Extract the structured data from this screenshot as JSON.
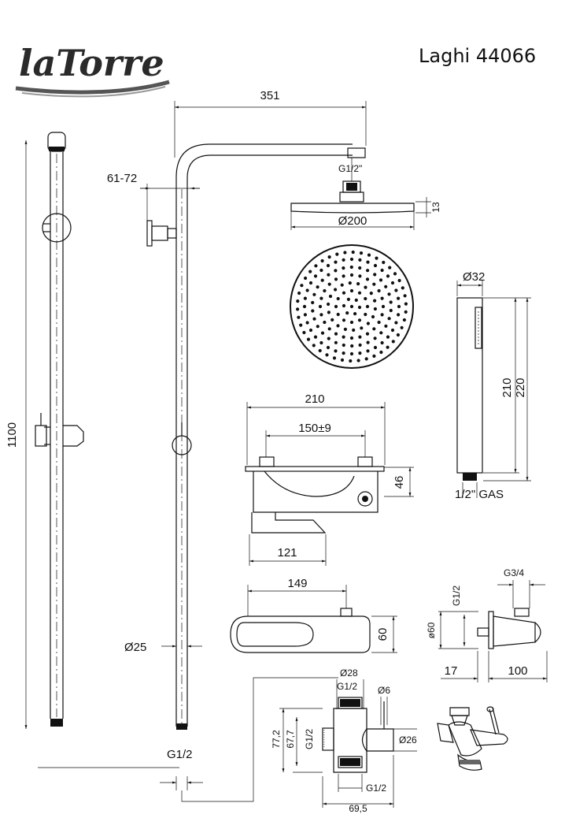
{
  "brand": {
    "logo_text": "laTorre"
  },
  "header": {
    "model": "Laghi 44066"
  },
  "dims": {
    "arm_length": "351",
    "arm_offset": "61-72",
    "head_thread": "G1/2\"",
    "head_thickness": "13",
    "head_diameter": "Ø200",
    "total_height": "1100",
    "pipe_diameter": "Ø25",
    "inlet_thread": "G1/2",
    "hand_diameter": "Ø32",
    "hand_len_a": "210",
    "hand_len_b": "220",
    "hand_thread": "1/2\" GAS",
    "mixer_width": "210",
    "mixer_centers": "150±9",
    "mixer_height": "46",
    "spout_length": "121",
    "valve_width": "149",
    "valve_height": "60",
    "side_thread_top": "G3/4",
    "side_thread_left": "G1/2",
    "side_diameter": "ø60",
    "side_depth_a": "17",
    "side_depth_b": "100",
    "div_d28": "Ø28",
    "div_g12_top": "G1/2",
    "div_d6": "Ø6",
    "div_h772": "77,2",
    "div_h677": "67,7",
    "div_g12_side": "G1/2",
    "div_d26": "Ø26",
    "div_g12_bottom": "G1/2",
    "div_w695": "69,5"
  }
}
